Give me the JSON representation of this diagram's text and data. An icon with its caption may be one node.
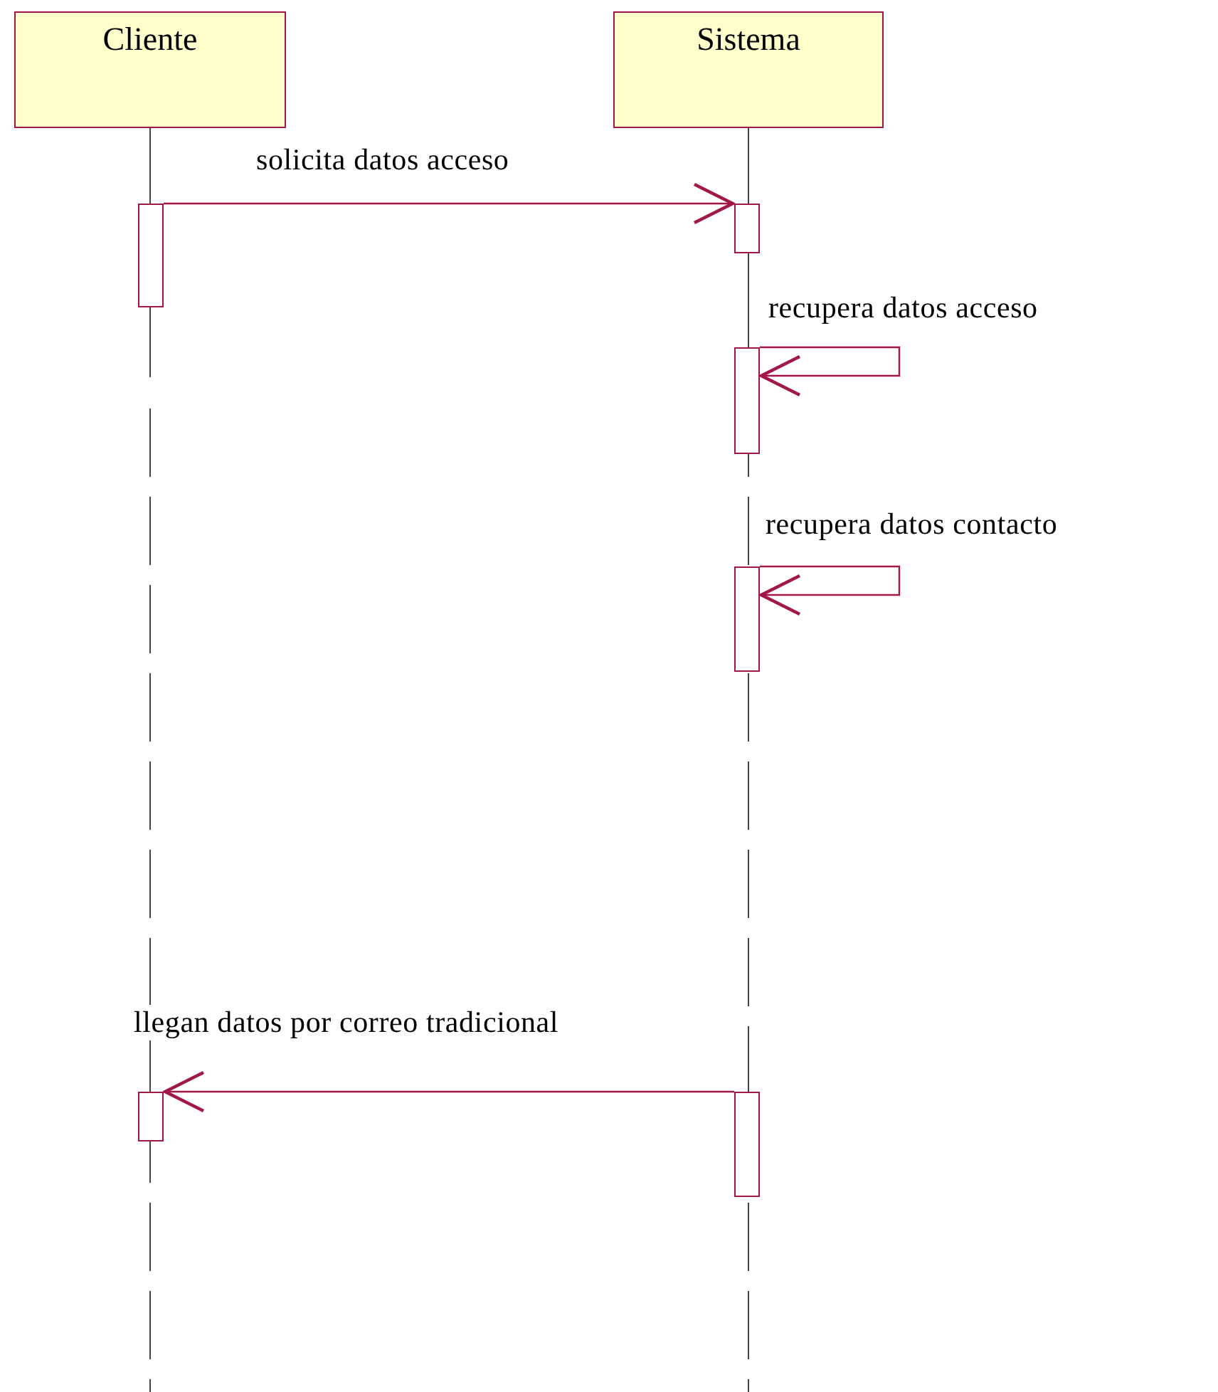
{
  "diagram": {
    "nodes": [
      {
        "text": [
          "Cliente"
        ]
      },
      {
        "text": [
          "Sistema"
        ]
      },
      {
        "text": [],
        "shape": "bar"
      },
      {
        "text": [],
        "shape": "bar"
      },
      {
        "text": [],
        "shape": "bar"
      },
      {
        "text": [],
        "shape": "bar"
      },
      {
        "text": [],
        "shape": "bar"
      },
      {
        "text": [],
        "shape": "bar"
      }
    ],
    "edges": [
      {
        "from": 2,
        "to": 3,
        "arrow": "to",
        "label": "solicita datos acceso"
      },
      {
        "from": 4,
        "to": 4,
        "arrow": "to",
        "label": "recupera datos acceso"
      },
      {
        "from": 5,
        "to": 5,
        "arrow": "to",
        "label": "recupera datos contacto"
      },
      {
        "from": 7,
        "to": 6,
        "arrow": "to",
        "label": "llegan datos por correo tradicional"
      }
    ]
  }
}
